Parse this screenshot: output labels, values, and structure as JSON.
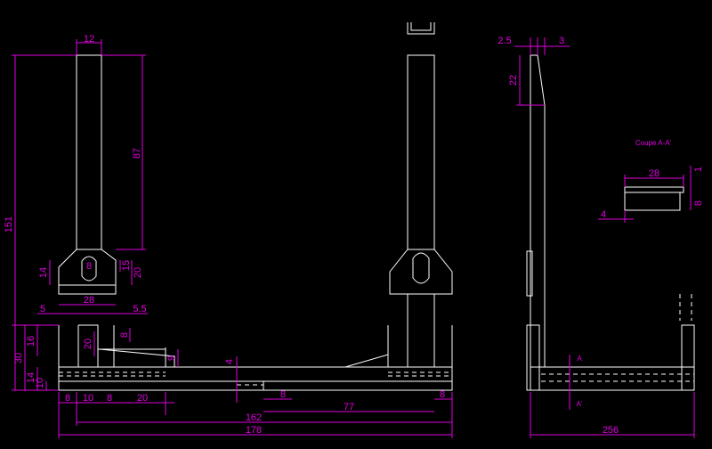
{
  "colors": {
    "background": "#000000",
    "geometry": "#ffffff",
    "dimension": "#e000e0",
    "hidden": "#ffffff"
  },
  "section_title": "Coupe A-A'",
  "section_marks": {
    "a_top": "A",
    "a_bottom": "A'"
  },
  "dims": {
    "column_width": "12",
    "column_height": "87",
    "overall_height": "151",
    "slot_width": "8",
    "bracket_height": "14",
    "bracket_15": "15",
    "bracket_20": "20",
    "bracket_width": "28",
    "offset_left": "5",
    "offset_right": "5.5",
    "foot_16": "16",
    "foot_20": "20",
    "foot_8": "8",
    "foot_30": "30",
    "foot_14": "14",
    "foot_10": "10",
    "gusset_9": "9",
    "base_4": "4",
    "base_8a": "8",
    "base_10": "10",
    "base_8b": "8",
    "base_20": "20",
    "base_8c": "8",
    "base_8d": "8",
    "dim_162": "162",
    "dim_77": "77",
    "dim_178": "178",
    "side_2_5": "2.5",
    "side_3": "3",
    "side_22": "22",
    "side_256": "256",
    "sec_28": "28",
    "sec_1": "1",
    "sec_8": "8",
    "sec_4": "4"
  }
}
